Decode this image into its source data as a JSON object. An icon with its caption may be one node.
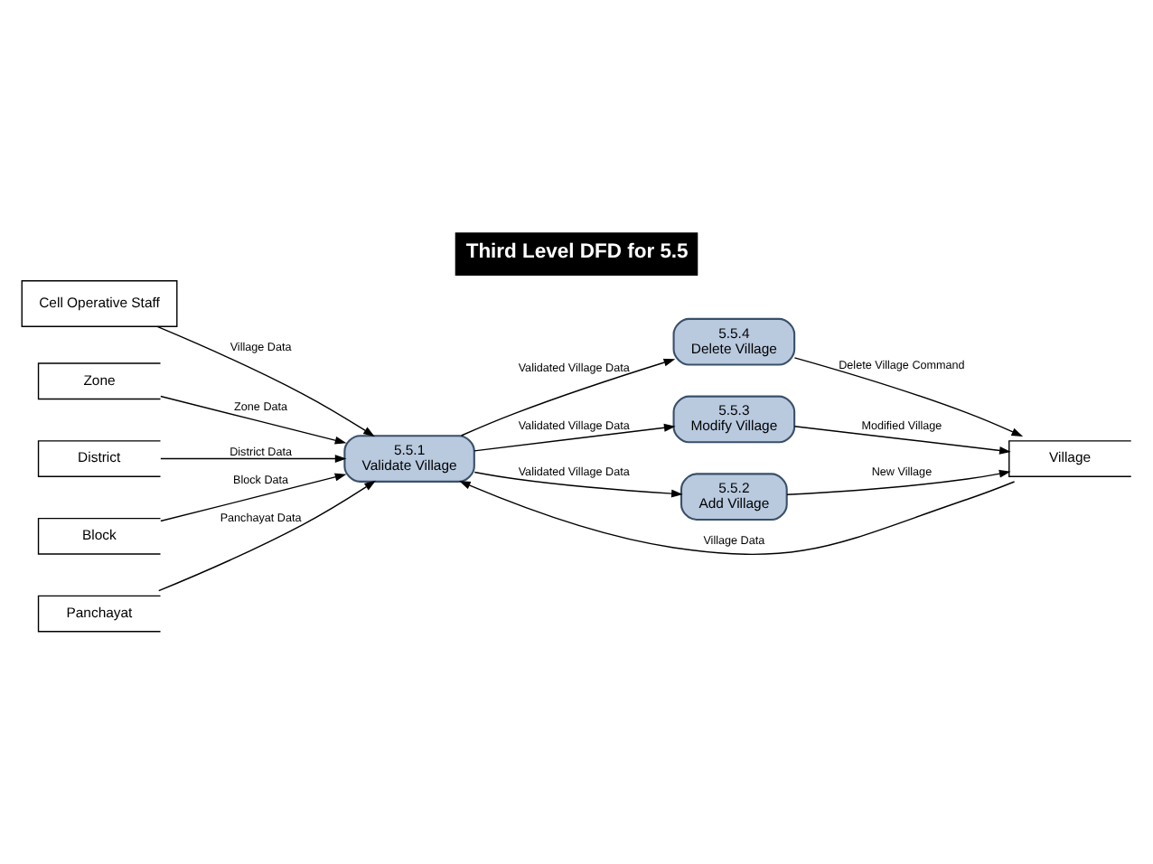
{
  "diagram": {
    "title": "Third Level DFD for 5.5",
    "nodes": [
      {
        "text": [
          "Cell Operative Staff"
        ]
      },
      {
        "text": [
          "Zone"
        ]
      },
      {
        "text": [
          "District"
        ]
      },
      {
        "text": [
          "Block"
        ]
      },
      {
        "text": [
          "Panchayat"
        ]
      },
      {
        "text": [
          "5.5.1",
          "Validate Village"
        ]
      },
      {
        "text": [
          "5.5.4",
          "Delete Village"
        ]
      },
      {
        "text": [
          "Village"
        ]
      },
      {
        "text": [
          "5.5.3",
          "Modify Village"
        ]
      },
      {
        "text": [
          "5.5.2",
          "Add Village"
        ]
      }
    ],
    "edges": [
      {
        "from": 0,
        "to": 5,
        "arrow": "to",
        "label": "Village Data"
      },
      {
        "from": 1,
        "to": 5,
        "arrow": "to",
        "label": "Zone Data"
      },
      {
        "from": 2,
        "to": 5,
        "arrow": "to",
        "label": "District Data"
      },
      {
        "from": 3,
        "to": 5,
        "arrow": "to",
        "label": "Block Data"
      },
      {
        "from": 4,
        "to": 5,
        "arrow": "to",
        "label": "Panchayat Data"
      },
      {
        "from": 5,
        "to": 6,
        "arrow": "to",
        "label": "Validated Village Data"
      },
      {
        "from": 6,
        "to": 7,
        "arrow": "to",
        "label": "Delete Village Command"
      },
      {
        "from": 8,
        "to": 7,
        "arrow": "to",
        "label": "Modified Village"
      },
      {
        "from": 7,
        "to": 5,
        "arrow": "to",
        "label": "Village Data"
      },
      {
        "from": 5,
        "to": 8,
        "arrow": "to",
        "label": "Validated Village Data"
      },
      {
        "from": 5,
        "to": 9,
        "arrow": "to",
        "label": "Validated Village Data"
      },
      {
        "from": 9,
        "to": 7,
        "arrow": "to",
        "label": "New Village"
      }
    ]
  }
}
